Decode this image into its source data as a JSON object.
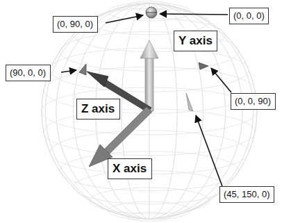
{
  "diagram": {
    "nodes": [
      {
        "text": [
          "(0, 90, 0)"
        ]
      },
      {
        "text": [
          "(0, 0, 0)"
        ]
      },
      {
        "text": [
          "Y axis"
        ]
      },
      {
        "text": [
          "(90, 0, 0)"
        ]
      },
      {
        "text": [
          "(0, 0, 90)"
        ]
      },
      {
        "text": [
          "Z axis"
        ]
      },
      {
        "text": [
          "X axis"
        ]
      },
      {
        "text": [
          "(45, 150, 0)"
        ]
      }
    ]
  }
}
